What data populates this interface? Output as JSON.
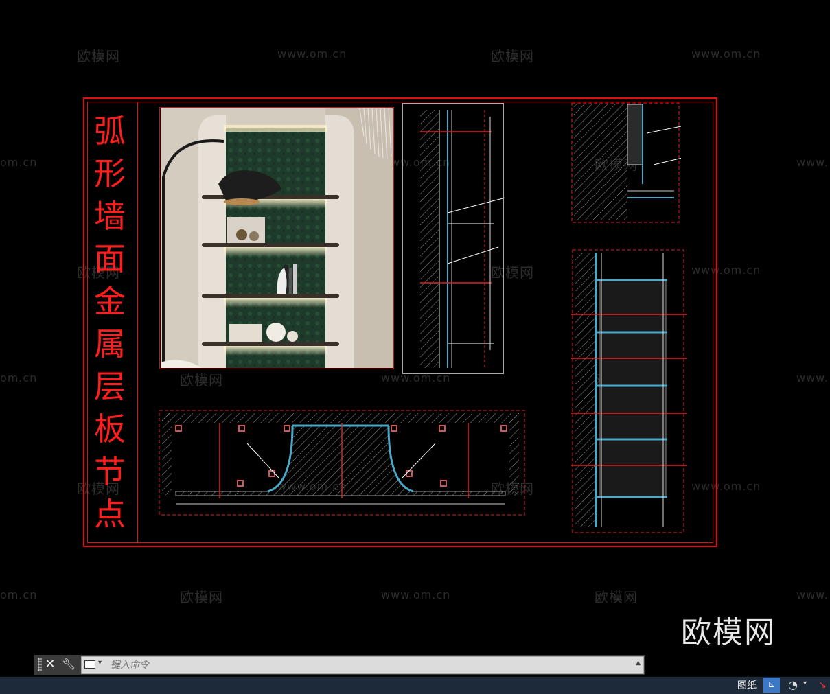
{
  "watermarks": {
    "brand": "欧模网",
    "url": "www.om.cn",
    "url_cut_left": "om.cn",
    "url_cut_right": "www."
  },
  "corner_brand": "欧模网",
  "drawing": {
    "title_chars": [
      "弧",
      "形",
      "墙",
      "面",
      "金",
      "属",
      "层",
      "板",
      "节",
      "点"
    ],
    "line_color": "#e01010"
  },
  "command_line": {
    "close_icon": "close-icon",
    "settings_icon": "wrench-icon",
    "prompt_icon": "command-prompt-icon",
    "placeholder": "键入命令"
  },
  "status_bar": {
    "space_label": "图纸",
    "accent": "#3b78c7"
  }
}
